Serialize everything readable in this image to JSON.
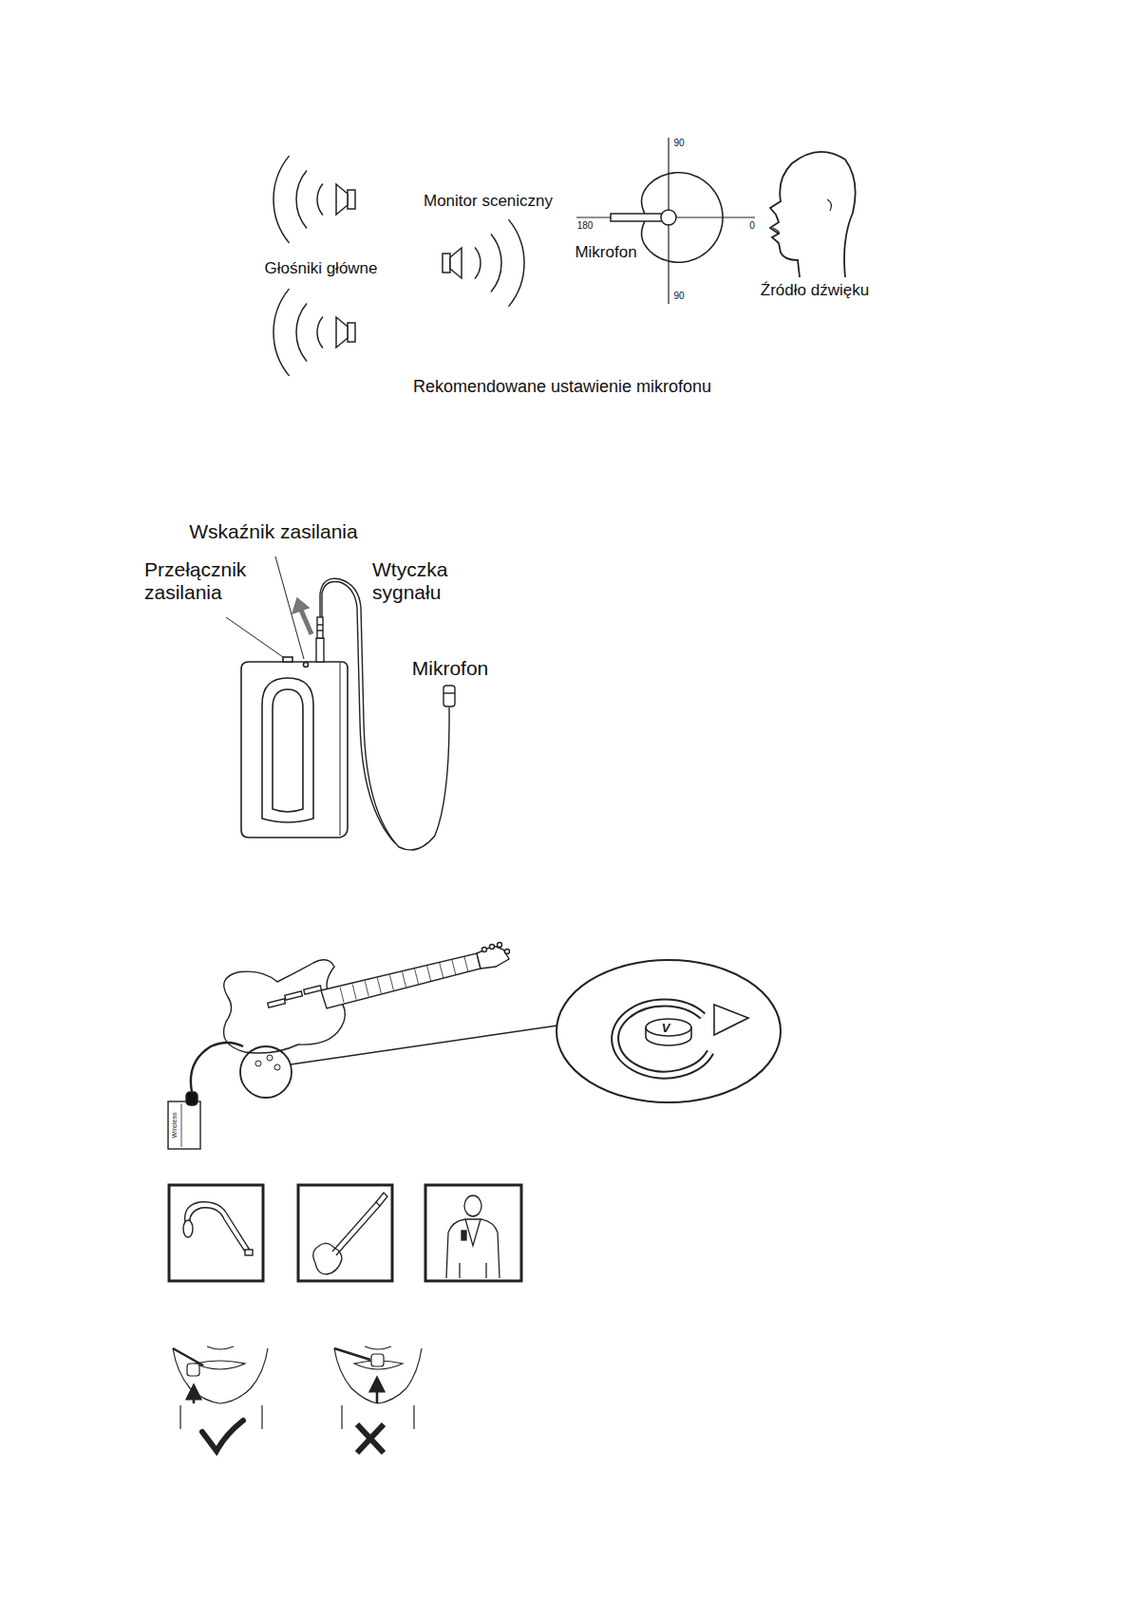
{
  "diagram": {
    "caption": "Rekomendowane ustawienie mikrofonu",
    "labels": [
      "Głośniki główne",
      "Monitor sceniczny",
      "90",
      "180",
      "Mikrofon",
      "0",
      "90",
      "Źródło dźwięku",
      "Wskaźnik zasilania",
      "Przełącznik zasilania",
      "Wtyczka sygnału",
      "Mikrofon",
      "V",
      "Wireless"
    ]
  }
}
